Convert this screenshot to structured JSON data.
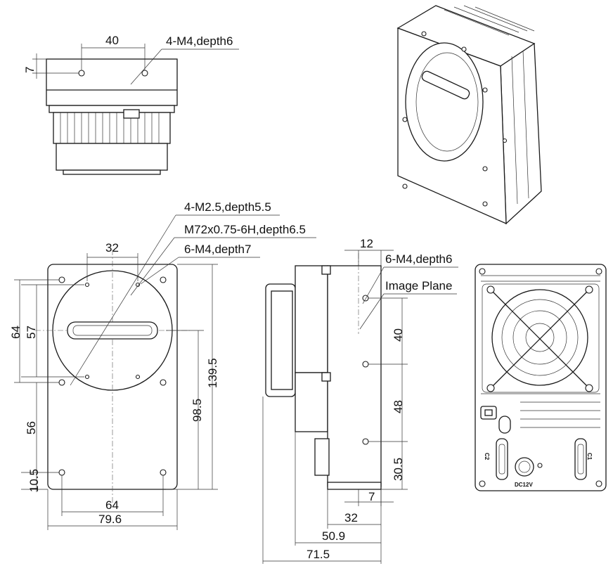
{
  "top_view": {
    "dims": {
      "width_40": "40",
      "offset_7": "7"
    },
    "callout": "4-M4,depth6"
  },
  "front_view": {
    "dims": {
      "d32": "32",
      "d64h": "64",
      "d57": "57",
      "d56": "56",
      "d10_5": "10.5",
      "d98_5": "98.5",
      "d139_5": "139.5",
      "d64w": "64",
      "d79_6": "79.6"
    },
    "callouts": [
      "4-M2.5,depth5.5",
      "M72x0.75-6H,depth6.5",
      "6-M4,depth7"
    ]
  },
  "side_view": {
    "dims": {
      "d12": "12",
      "d40": "40",
      "d48": "48",
      "d30_5": "30.5",
      "d7": "7",
      "d32": "32",
      "d50_9": "50.9",
      "d71_5": "71.5"
    },
    "callouts": [
      "6-M4,depth6",
      "Image Plane"
    ]
  },
  "rear_view": {
    "labels": {
      "c2": "C2",
      "c1": "C1",
      "power": "DC12V"
    }
  }
}
